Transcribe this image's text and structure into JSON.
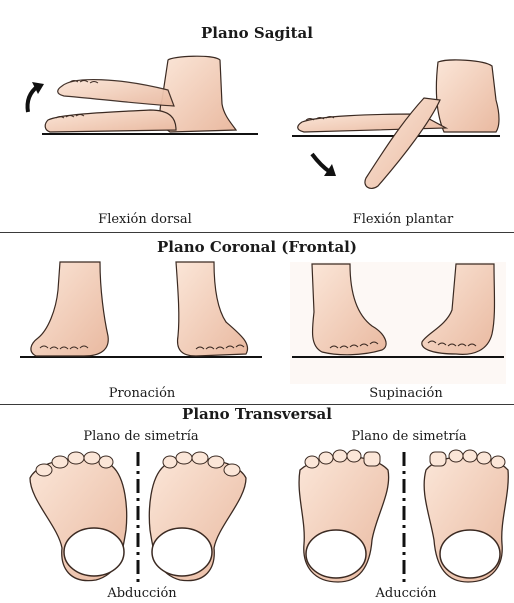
{
  "sections": {
    "sagittal": {
      "title": "Plano Sagital",
      "captions": [
        "Flexión dorsal",
        "Flexión plantar"
      ]
    },
    "coronal": {
      "title": "Plano Coronal (Frontal)",
      "captions": [
        "Pronación",
        "Supinación"
      ]
    },
    "transverse": {
      "title": "Plano Transversal",
      "symmetry_labels": [
        "Plano de simetría",
        "Plano de simetría"
      ],
      "captions": [
        "Abducción",
        "Aducción"
      ]
    }
  },
  "colors": {
    "skin": "#f6d7c4",
    "skin_shadow": "#d9a78e",
    "outline": "#3b2a22",
    "ground": "#111111"
  }
}
